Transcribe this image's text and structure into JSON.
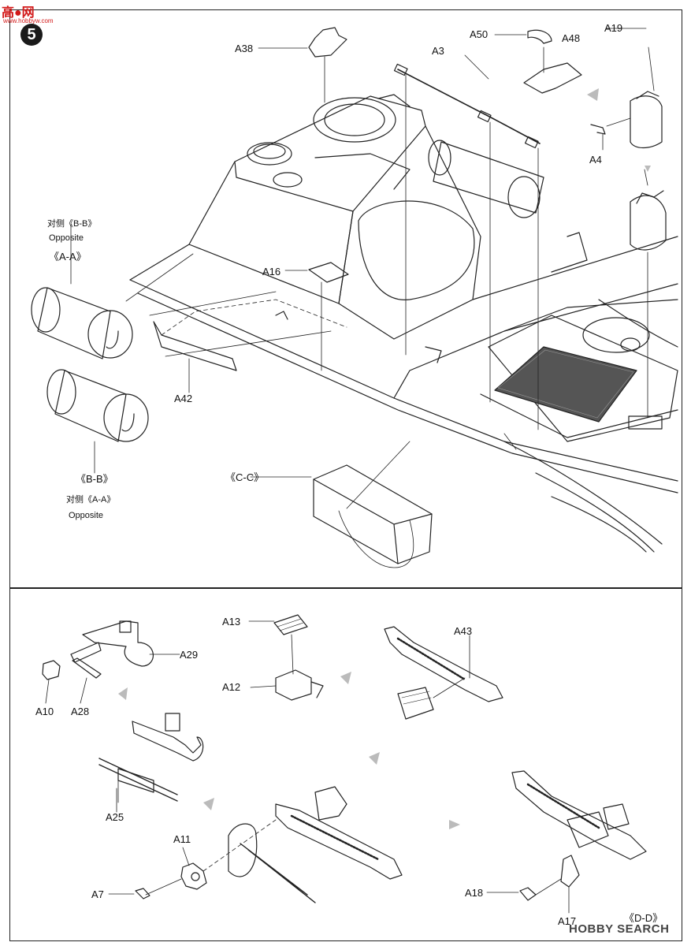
{
  "watermark": {
    "logo": "高●网",
    "url": "www.hobbyw.com",
    "brand": "HOBBY SEARCH"
  },
  "step": {
    "number": "5"
  },
  "top_labels": {
    "a38": "A38",
    "a50": "A50",
    "a48": "A48",
    "a3": "A3",
    "a19": "A19",
    "a4": "A4",
    "a16": "A16",
    "a42": "A42",
    "bb_cn": "对侧《B-B》",
    "opposite_1": "Opposite",
    "aa": "《A-A》",
    "bb": "《B-B》",
    "aa_cn": "对侧《A-A》",
    "opposite_2": "Opposite",
    "cc": "《C-C》"
  },
  "bottom_labels": {
    "a13": "A13",
    "a12": "A12",
    "a43": "A43",
    "a29": "A29",
    "a10": "A10",
    "a28": "A28",
    "a25": "A25",
    "a11": "A11",
    "a7": "A7",
    "a18": "A18",
    "a17": "A17",
    "dd": "《D-D》"
  }
}
